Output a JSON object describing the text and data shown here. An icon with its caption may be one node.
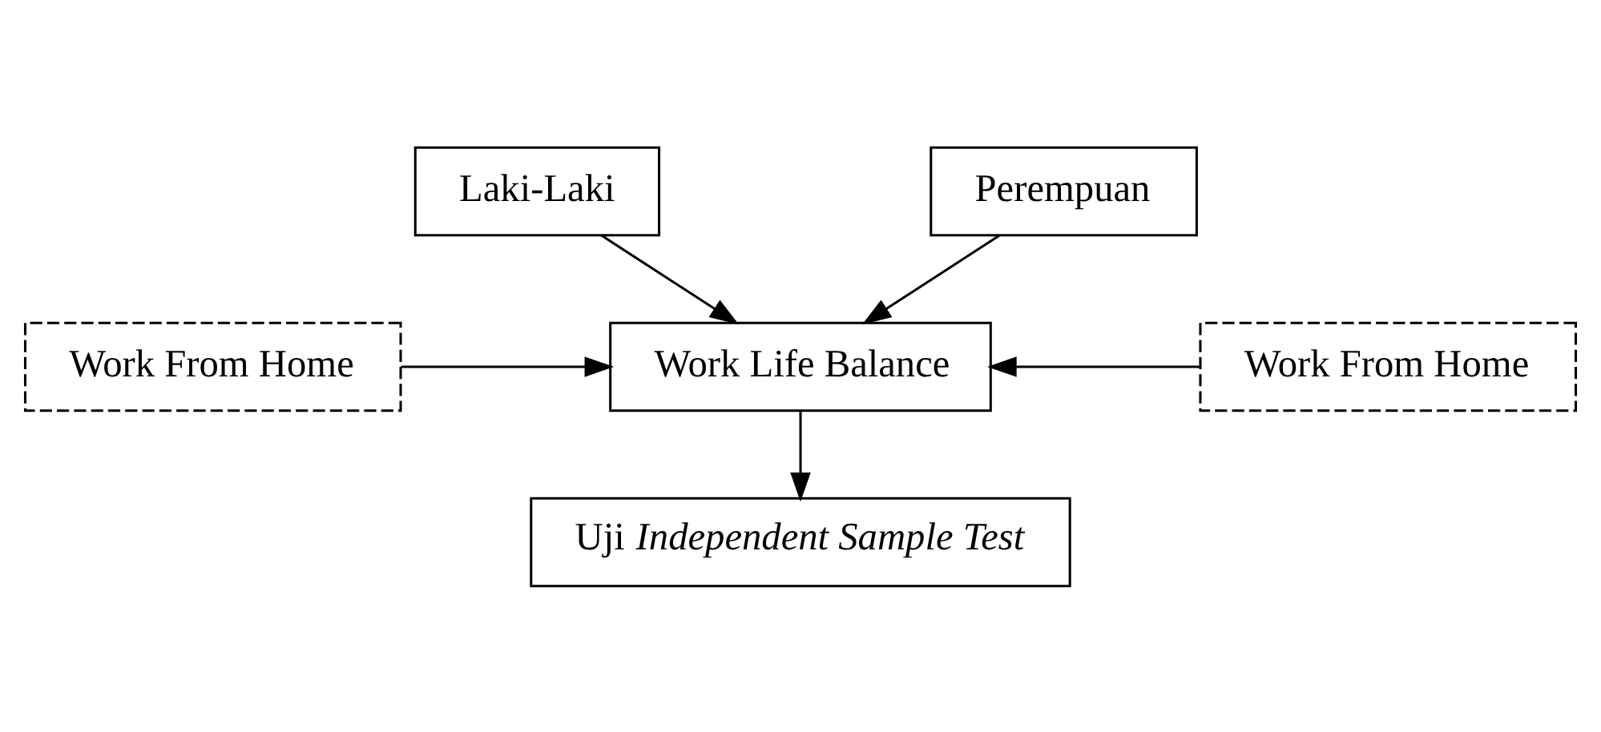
{
  "diagram": {
    "nodes": [
      {
        "text": [
          "Laki-Laki"
        ]
      },
      {
        "text": [
          "Perempuan"
        ]
      },
      {
        "text": [
          "Work Life Balance"
        ]
      },
      {
        "text": [
          "Work From Home"
        ]
      },
      {
        "text": [
          "Work From Home"
        ]
      },
      {
        "text": [
          "Uji *Independent Sample Test*"
        ]
      }
    ],
    "edges": [
      {
        "from": 0,
        "to": 2,
        "arrow": "to"
      },
      {
        "from": 3,
        "to": 2,
        "arrow": "to"
      },
      {
        "from": 1,
        "to": 2,
        "arrow": "to"
      },
      {
        "from": 4,
        "to": 2,
        "arrow": "to"
      },
      {
        "from": 2,
        "to": 5,
        "arrow": "to"
      }
    ]
  }
}
